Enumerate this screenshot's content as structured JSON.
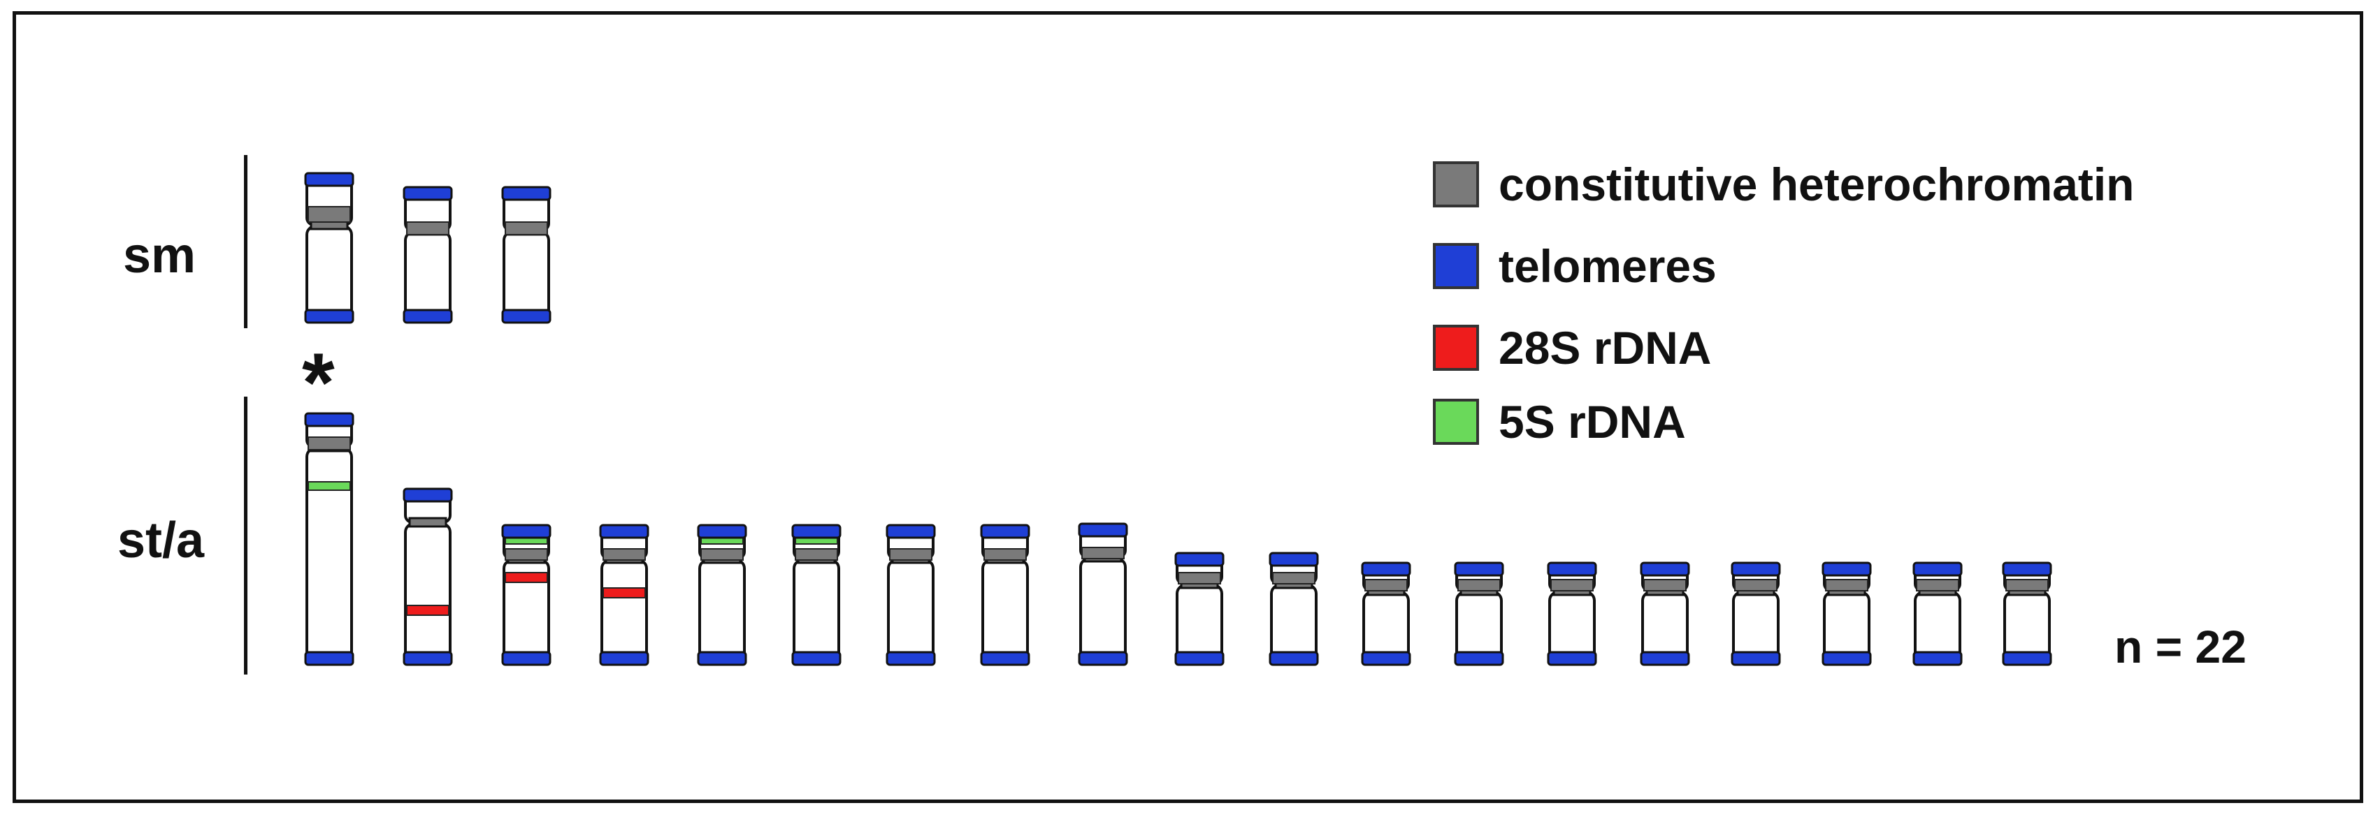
{
  "groups": {
    "sm": "sm",
    "st_a": "st/a"
  },
  "asterisk": "*",
  "count_label": "n = 22",
  "legend": [
    {
      "label": "constitutive heterochromatin",
      "color": "#7a7a7a",
      "icon": "heterochromatin-swatch"
    },
    {
      "label": "telomeres",
      "color": "#1f3fd6",
      "icon": "telomere-swatch"
    },
    {
      "label": "28S rDNA",
      "color": "#ee1c1c",
      "icon": "rdna28s-swatch"
    },
    {
      "label": "5S rDNA",
      "color": "#6ad95a",
      "icon": "rdna5s-swatch"
    }
  ],
  "chromosomes": [
    {
      "group": "sm",
      "index": 1,
      "marks": [
        "telomeres",
        "constitutive heterochromatin"
      ]
    },
    {
      "group": "sm",
      "index": 2,
      "marks": [
        "telomeres",
        "constitutive heterochromatin"
      ]
    },
    {
      "group": "sm",
      "index": 3,
      "marks": [
        "telomeres",
        "constitutive heterochromatin"
      ]
    },
    {
      "group": "st/a",
      "index": 1,
      "marks": [
        "telomeres",
        "constitutive heterochromatin",
        "5S rDNA"
      ],
      "asterisk": true
    },
    {
      "group": "st/a",
      "index": 2,
      "marks": [
        "telomeres",
        "28S rDNA"
      ]
    },
    {
      "group": "st/a",
      "index": 3,
      "marks": [
        "telomeres",
        "constitutive heterochromatin",
        "5S rDNA",
        "28S rDNA"
      ]
    },
    {
      "group": "st/a",
      "index": 4,
      "marks": [
        "telomeres",
        "constitutive heterochromatin",
        "28S rDNA"
      ]
    },
    {
      "group": "st/a",
      "index": 5,
      "marks": [
        "telomeres",
        "constitutive heterochromatin",
        "5S rDNA"
      ]
    },
    {
      "group": "st/a",
      "index": 6,
      "marks": [
        "telomeres",
        "constitutive heterochromatin",
        "5S rDNA"
      ]
    },
    {
      "group": "st/a",
      "index": 7,
      "marks": [
        "telomeres",
        "constitutive heterochromatin"
      ]
    },
    {
      "group": "st/a",
      "index": 8,
      "marks": [
        "telomeres",
        "constitutive heterochromatin"
      ]
    },
    {
      "group": "st/a",
      "index": 9,
      "marks": [
        "telomeres",
        "constitutive heterochromatin"
      ]
    },
    {
      "group": "st/a",
      "index": 10,
      "marks": [
        "telomeres",
        "constitutive heterochromatin"
      ]
    },
    {
      "group": "st/a",
      "index": 11,
      "marks": [
        "telomeres",
        "constitutive heterochromatin"
      ]
    },
    {
      "group": "st/a",
      "index": 12,
      "marks": [
        "telomeres",
        "constitutive heterochromatin"
      ]
    },
    {
      "group": "st/a",
      "index": 13,
      "marks": [
        "telomeres",
        "constitutive heterochromatin"
      ]
    },
    {
      "group": "st/a",
      "index": 14,
      "marks": [
        "telomeres",
        "constitutive heterochromatin"
      ]
    },
    {
      "group": "st/a",
      "index": 15,
      "marks": [
        "telomeres",
        "constitutive heterochromatin"
      ]
    },
    {
      "group": "st/a",
      "index": 16,
      "marks": [
        "telomeres",
        "constitutive heterochromatin"
      ]
    },
    {
      "group": "st/a",
      "index": 17,
      "marks": [
        "telomeres",
        "constitutive heterochromatin"
      ]
    },
    {
      "group": "st/a",
      "index": 18,
      "marks": [
        "telomeres",
        "constitutive heterochromatin"
      ]
    },
    {
      "group": "st/a",
      "index": 19,
      "marks": [
        "telomeres",
        "constitutive heterochromatin"
      ]
    }
  ]
}
